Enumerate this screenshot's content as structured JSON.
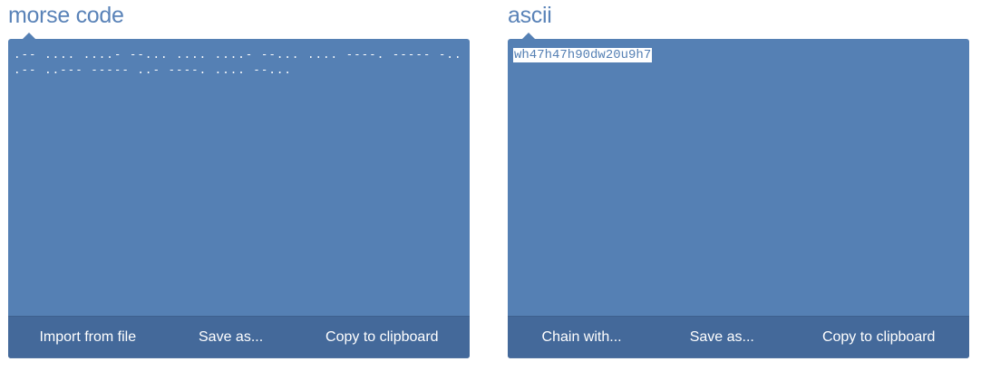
{
  "morse_panel": {
    "title": "morse code",
    "content": ".-- .... ....- --... .... ....- --... .... ----. ----- -.. .-- ..--- ----- ..- ----. .... --...",
    "buttons": {
      "import": "Import from file",
      "save": "Save as...",
      "copy": "Copy to clipboard"
    }
  },
  "ascii_panel": {
    "title": "ascii",
    "content": "wh47h47h90dw20u9h7",
    "buttons": {
      "chain": "Chain with...",
      "save": "Save as...",
      "copy": "Copy to clipboard"
    }
  },
  "colors": {
    "accent_text": "#5a83b8",
    "panel_bg": "#5580b4",
    "toolbar_bg": "#44699a"
  }
}
